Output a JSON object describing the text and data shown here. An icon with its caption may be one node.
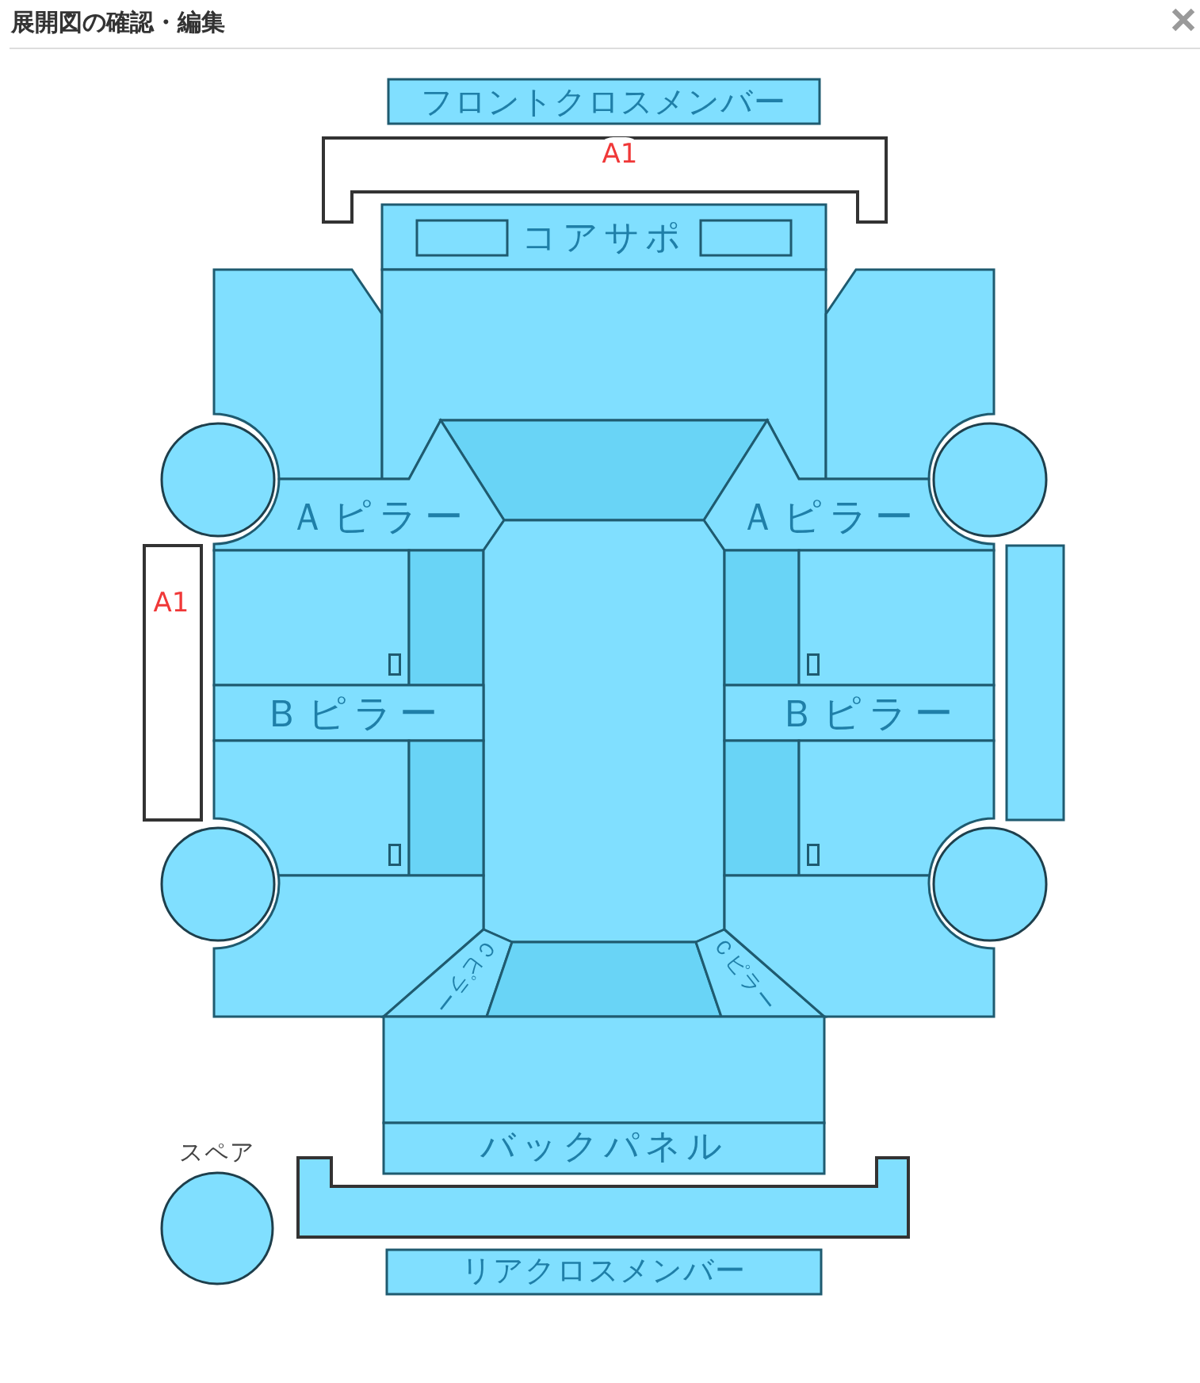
{
  "diagram": {
    "title": "展開図の確認・編集",
    "nodes": [
      {
        "text": [
          "フロントクロスメンバー"
        ]
      },
      {
        "text": [
          "A1"
        ]
      },
      {
        "text": [
          "コアサポ"
        ]
      },
      {
        "text": [],
        "shape": "box",
        "in": 2
      },
      {
        "text": [],
        "shape": "box",
        "in": 2
      },
      {
        "text": [],
        "shape": "box"
      },
      {
        "text": [],
        "shape": "box"
      },
      {
        "text": [],
        "shape": "box"
      },
      {
        "text": [],
        "shape": "circle"
      },
      {
        "text": [],
        "shape": "trapezoid"
      },
      {
        "text": [],
        "shape": "circle"
      },
      {
        "text": [
          "Ａピラー"
        ]
      },
      {
        "text": [
          "Ａピラー"
        ]
      },
      {
        "text": [
          "A1"
        ]
      },
      {
        "text": [],
        "shape": "box"
      },
      {
        "text": [],
        "shape": "bar"
      },
      {
        "text": [],
        "shape": "box"
      },
      {
        "text": [],
        "shape": "bar"
      },
      {
        "text": [],
        "shape": "box"
      },
      {
        "text": [],
        "shape": "bar"
      },
      {
        "text": [
          "Ｂピラー"
        ]
      },
      {
        "text": [
          "Ｂピラー"
        ]
      },
      {
        "text": [],
        "shape": "box"
      },
      {
        "text": [],
        "shape": "bar"
      },
      {
        "text": [],
        "shape": "bar"
      },
      {
        "text": [],
        "shape": "box"
      },
      {
        "text": [],
        "shape": "circle"
      },
      {
        "text": [],
        "shape": "circle"
      },
      {
        "text": [],
        "shape": "box"
      },
      {
        "text": [
          "Ｃピラー"
        ]
      },
      {
        "text": [],
        "shape": "trapezoid"
      },
      {
        "text": [
          "Ｃピラー"
        ]
      },
      {
        "text": [],
        "shape": "box"
      },
      {
        "text": [],
        "shape": "box"
      },
      {
        "text": [
          "バックパネル"
        ]
      },
      {
        "text": [
          "スペア"
        ]
      },
      {
        "text": [],
        "shape": "box"
      },
      {
        "text": [
          "リアクロスメンバー"
        ]
      }
    ]
  }
}
